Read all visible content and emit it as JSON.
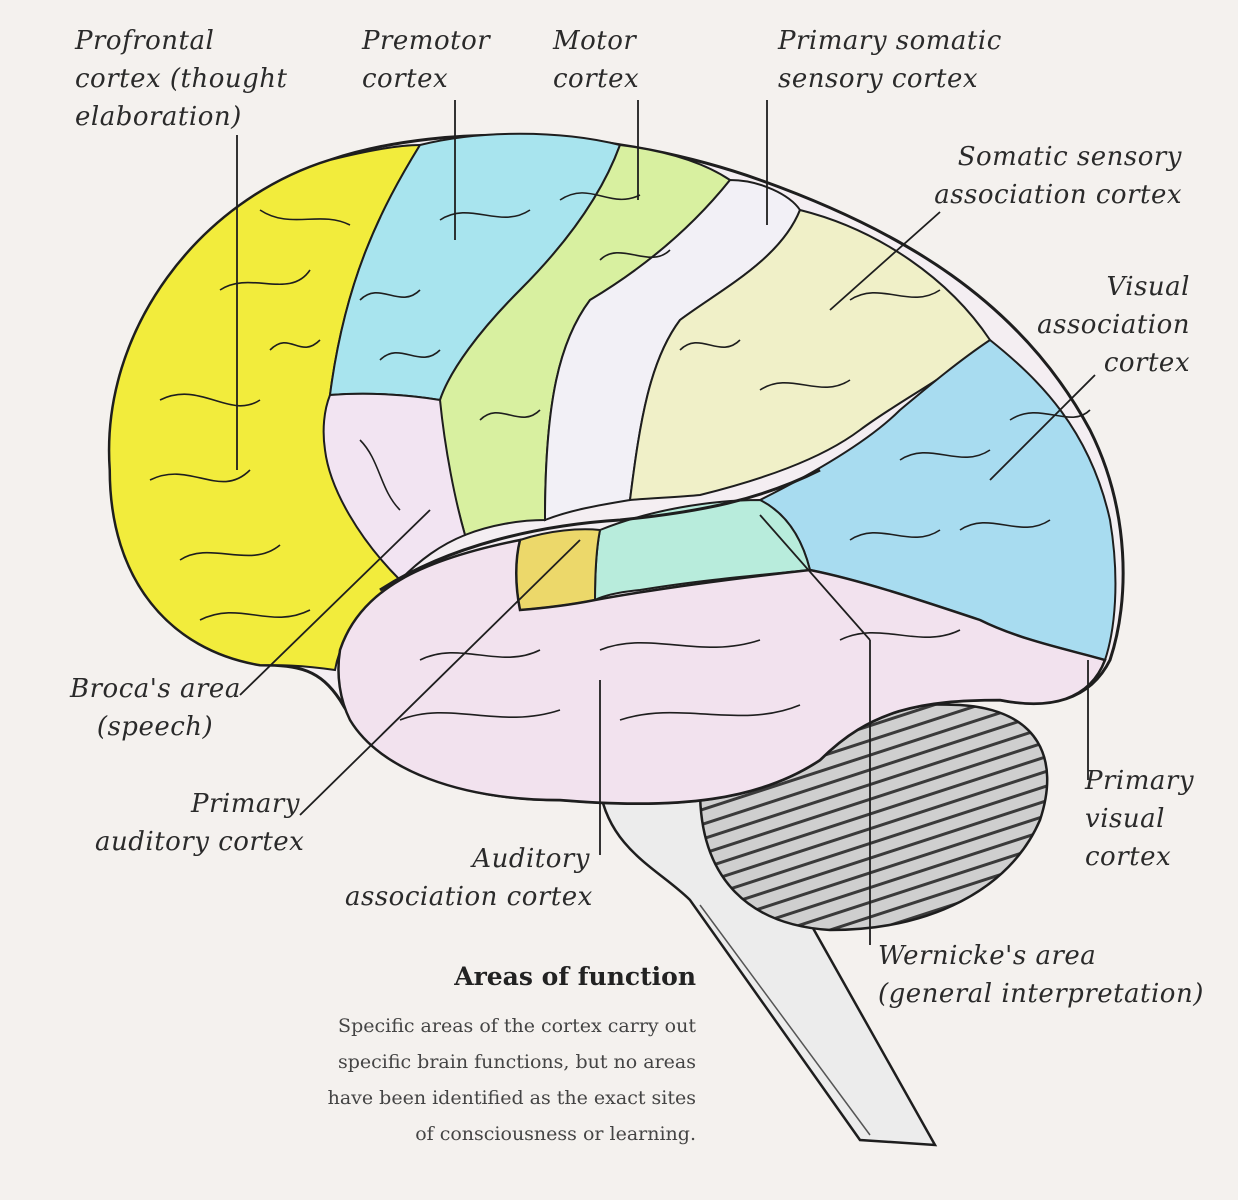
{
  "labels": {
    "prefrontal": [
      "Profrontal",
      "cortex (thought",
      "elaboration)"
    ],
    "premotor": [
      "Premotor",
      "cortex"
    ],
    "motor": [
      "Motor",
      "cortex"
    ],
    "primary_somatic": [
      "Primary somatic",
      "sensory cortex"
    ],
    "somatic_association": [
      "Somatic sensory",
      "association cortex"
    ],
    "visual_association": [
      "Visual",
      "association",
      "cortex"
    ],
    "broca": [
      "Broca's area",
      "(speech)"
    ],
    "primary_auditory": [
      "Primary",
      "auditory cortex"
    ],
    "auditory_association": [
      "Auditory",
      "association cortex"
    ],
    "primary_visual": [
      "Primary",
      "visual",
      "cortex"
    ],
    "wernicke": [
      "Wernicke's area",
      "(general interpretation)"
    ]
  },
  "caption": {
    "title": "Areas of function",
    "lines": [
      "Specific areas of the cortex carry out",
      "specific brain functions, but no areas",
      "have been identified as the exact sites",
      "of consciousness or learning."
    ]
  },
  "colors": {
    "prefrontal": "#f2ec3c",
    "premotor": "#a8e4ee",
    "motor": "#d8f0a0",
    "primary_somatic": "#f2f0f6",
    "somatic_association": "#f0f0c8",
    "visual_association": "#a8dcf0",
    "broca": "#f2e4f2",
    "primary_auditory": "#ecd86a",
    "temporal": "#f2e2ee",
    "wernicke": "#b8ecdc",
    "cerebellum": "#7a7a7a",
    "brainstem": "#e8e8e8",
    "outline": "#1e1e1e"
  }
}
